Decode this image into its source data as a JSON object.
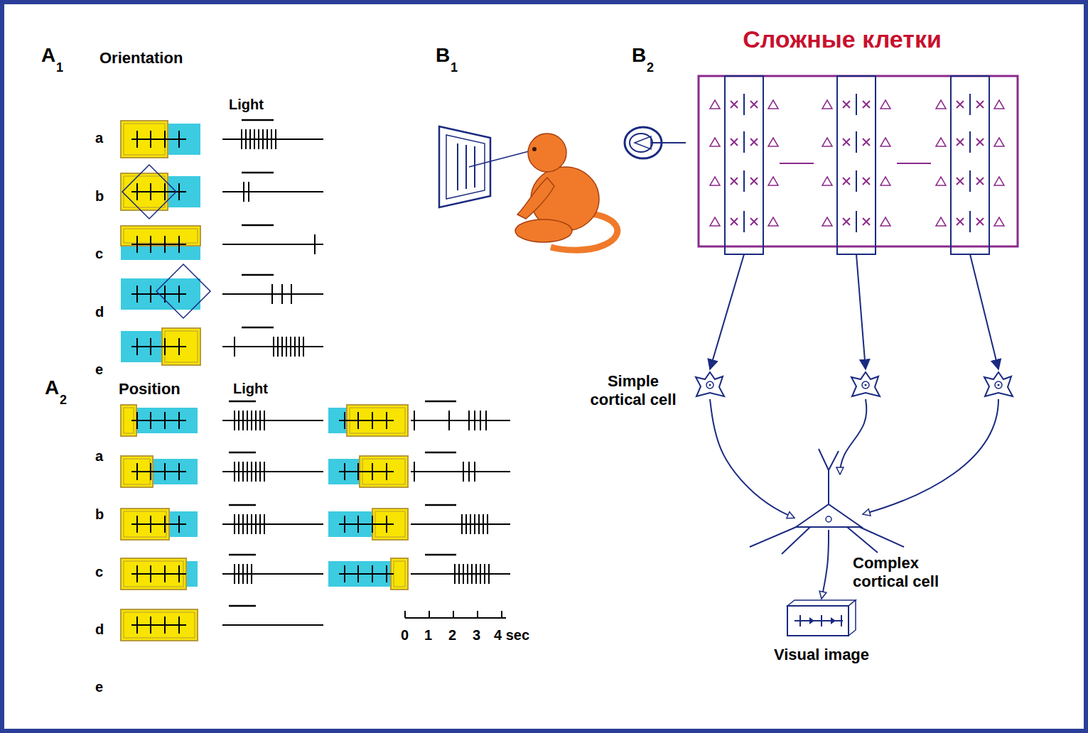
{
  "diagram": {
    "title": "Сложные клетки",
    "nodes": [
      {
        "text": [
          "Simple cortical cell"
        ]
      },
      {
        "text": [
          "Complex cortical cell"
        ]
      },
      {
        "text": [
          "Visual image"
        ]
      }
    ],
    "edges": [
      {
        "from": 0,
        "to": 1,
        "arrow": "to"
      },
      {
        "from": 1,
        "to": 2,
        "arrow": "to"
      }
    ],
    "labels": [
      "A",
      "1",
      "Orientation",
      "Light",
      "a",
      "b",
      "c",
      "d",
      "e",
      "A",
      "2",
      "Position",
      "Light",
      "a",
      "b",
      "c",
      "d",
      "e",
      "0",
      "1",
      "2",
      "3",
      "4 sec",
      "B",
      "1",
      "B",
      "2"
    ]
  }
}
